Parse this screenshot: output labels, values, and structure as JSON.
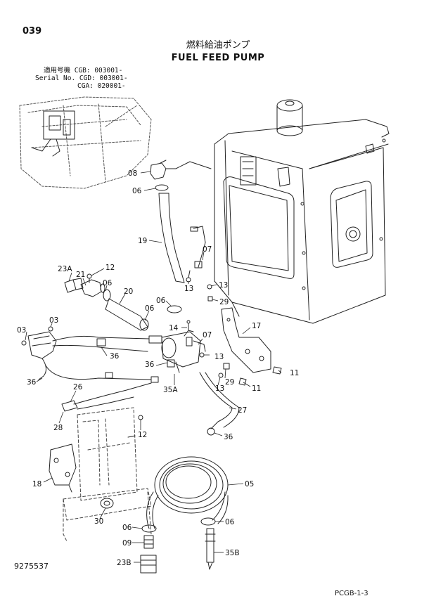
{
  "header": {
    "page_number": "039",
    "title_jp": "燃料給油ポンプ",
    "title_en": "FUEL FEED PUMP"
  },
  "serial": {
    "row1": "適用号機 CGB: 003001-",
    "row2": "Serial No. CGD: 003001-",
    "row3": "CGA: 020001-"
  },
  "footer": {
    "drawing_no": "9275537",
    "page_ref": "PCGB-1-3"
  },
  "callouts": [
    "08",
    "06",
    "19",
    "07",
    "23A",
    "21",
    "12",
    "06",
    "20",
    "13",
    "13",
    "06",
    "06",
    "29",
    "03",
    "03",
    "14",
    "07",
    "17",
    "36",
    "13",
    "36",
    "36",
    "11",
    "29",
    "35A",
    "13",
    "11",
    "26",
    "27",
    "28",
    "12",
    "36",
    "18",
    "05",
    "30",
    "06",
    "06",
    "09",
    "35B",
    "23B"
  ]
}
